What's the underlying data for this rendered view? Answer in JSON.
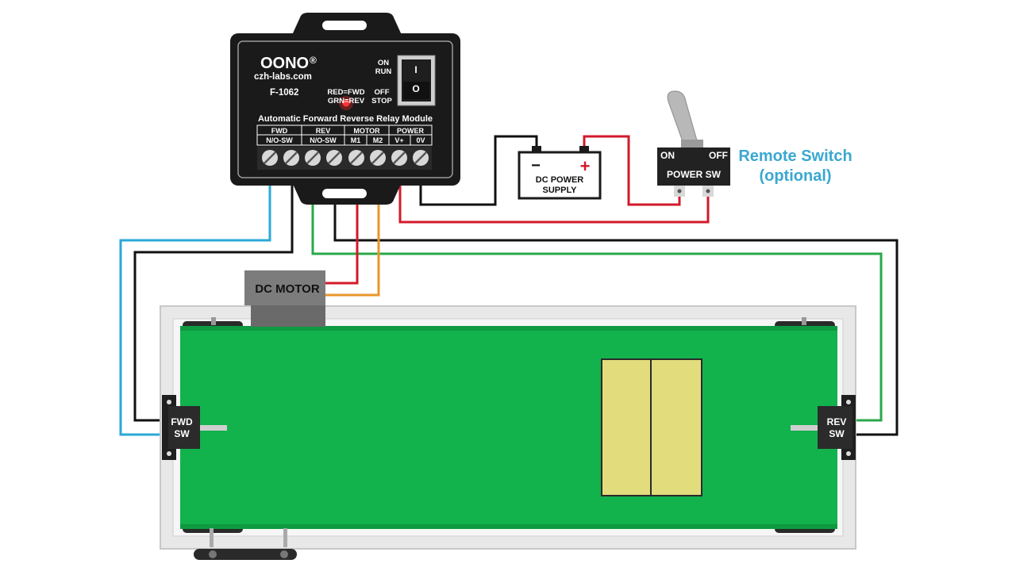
{
  "module": {
    "brand": "OONO",
    "brand_mark": "®",
    "website": "czh-labs.com",
    "model": "F-1062",
    "switch_on": "ON",
    "switch_run": "RUN",
    "switch_off": "OFF",
    "switch_stop": "STOP",
    "led_red": "RED=FWD",
    "led_grn": "GRN=REV",
    "title": "Automatic Forward Reverse Relay Module",
    "rocker_on_symbol": "I",
    "rocker_off_symbol": "O",
    "groups": [
      "FWD",
      "REV",
      "MOTOR",
      "POWER"
    ],
    "terminals": [
      "N/O-SW",
      "N/O-SW",
      "M1",
      "M2",
      "V+",
      "0V"
    ]
  },
  "power_supply": {
    "line1": "DC POWER",
    "line2": "SUPPLY",
    "minus": "−",
    "plus": "+"
  },
  "remote_switch": {
    "on": "ON",
    "off": "OFF",
    "name": "POWER SW",
    "title_line1": "Remote Switch",
    "title_line2": "(optional)"
  },
  "motor": {
    "label": "DC MOTOR"
  },
  "fwd_switch": {
    "line1": "FWD",
    "line2": "SW"
  },
  "rev_switch": {
    "line1": "REV",
    "line2": "SW"
  },
  "colors": {
    "belt": "#12b24d",
    "frame": "#e8e8e8",
    "module": "#1a1a1a",
    "wire_blue": "#2aa8d8",
    "wire_red": "#d11a2a",
    "wire_green": "#2aa84a",
    "wire_orange": "#e8962a",
    "wire_black": "#111111",
    "remote_text": "#3aa8d0",
    "load_box": "#e3dc7c"
  }
}
